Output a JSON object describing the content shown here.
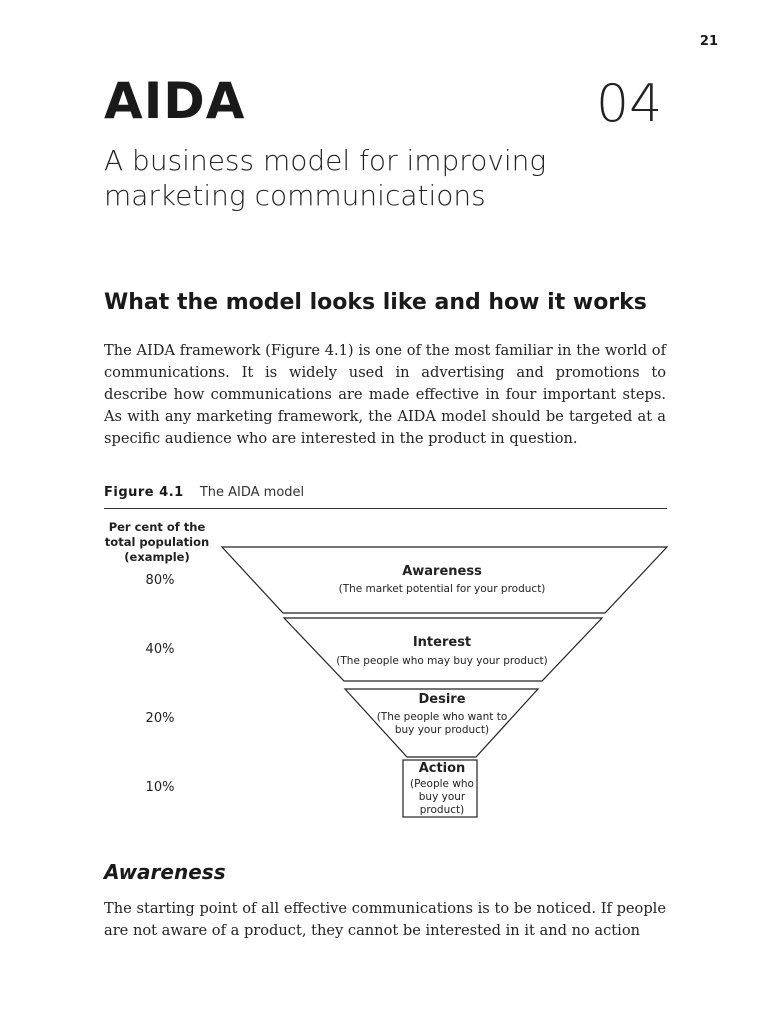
{
  "page": {
    "number": "21"
  },
  "chapter": {
    "title": "AIDA",
    "number": "04",
    "subtitle": "A business model for improving marketing communications"
  },
  "section": {
    "heading": "What the model looks like and how it works",
    "intro": "The AIDA framework (Figure 4.1) is one of the most familiar in the world of communications. It is widely used in advertising and promotions to describe how communications are made effective in four important steps. As with any marketing framework, the AIDA model should be targeted at a specific audience who are interested in the product in question."
  },
  "figure": {
    "label": "Figure 4.1",
    "title": "The AIDA model"
  },
  "chart_data": {
    "type": "funnel",
    "axis_header": [
      "Per cent of the",
      "total population",
      "(example)"
    ],
    "stages": [
      {
        "name": "Awareness",
        "value": 80,
        "value_label": "80%",
        "desc": [
          "(The market potential for your product)"
        ]
      },
      {
        "name": "Interest",
        "value": 40,
        "value_label": "40%",
        "desc": [
          "(The people who may buy your product)"
        ]
      },
      {
        "name": "Desire",
        "value": 20,
        "value_label": "20%",
        "desc": [
          "(The people who want to",
          "buy your product)"
        ]
      },
      {
        "name": "Action",
        "value": 10,
        "value_label": "10%",
        "desc": [
          "(People who",
          "buy your",
          "product)"
        ]
      }
    ]
  },
  "awareness": {
    "heading": "Awareness",
    "text": "The starting point of all effective communications is to be noticed. If people are not aware of a product, they cannot be interested in it and no action"
  }
}
